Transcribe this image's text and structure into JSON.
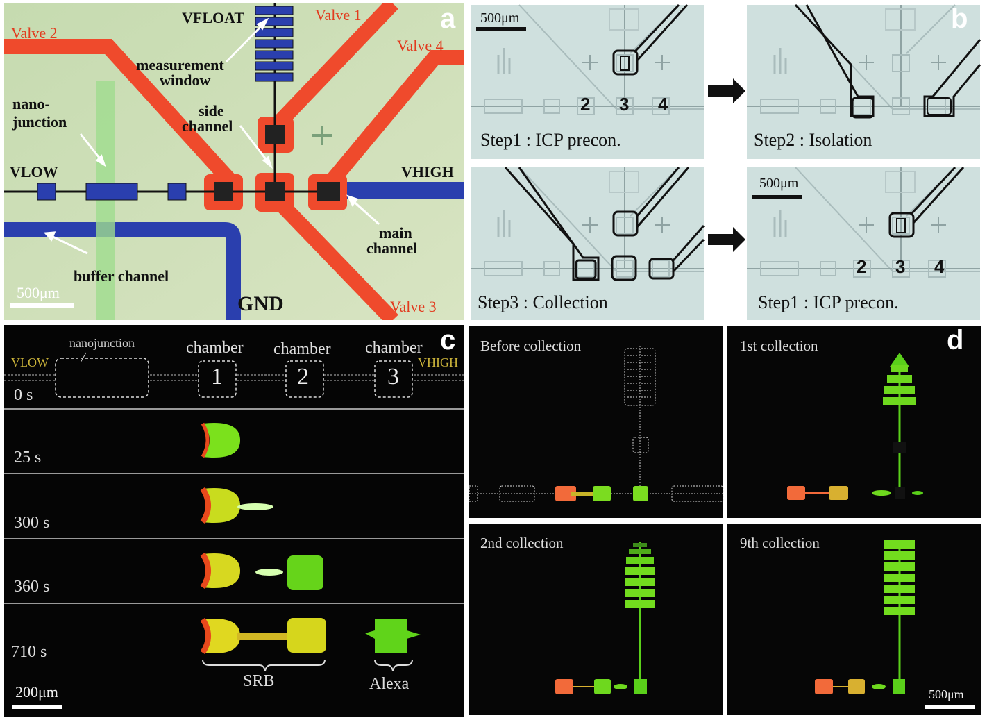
{
  "panel_a": {
    "letter": "a",
    "v_float": "VFLOAT",
    "valve1": "Valve 1",
    "valve2": "Valve 2",
    "valve3": "Valve 3",
    "valve4": "Valve 4",
    "measurement_window": [
      "measurement",
      "window"
    ],
    "nano_junction": [
      "nano-",
      "junction"
    ],
    "side_channel": [
      "side",
      "channel"
    ],
    "v_low": "VLOW",
    "v_high": "VHIGH",
    "main_channel": [
      "main",
      "channel"
    ],
    "buffer_channel": "buffer channel",
    "gnd": "GND",
    "scale": "500μm",
    "colors": {
      "valve": "#ef4a2c",
      "buffer": "#2a3fae",
      "background": "#c8dcb4"
    }
  },
  "panel_b": {
    "letter": "b",
    "scale_top": "500μm",
    "scale_bottom": "500μm",
    "chamber_numbers": [
      "2",
      "3",
      "4"
    ],
    "steps": [
      "Step1 : ICP precon.",
      "Step2 : Isolation",
      "Step3 : Collection",
      "Step1 : ICP precon."
    ]
  },
  "panel_c": {
    "letter": "c",
    "nanojunction": "nanojunction",
    "chambers": [
      "chamber",
      "chamber",
      "chamber"
    ],
    "chamber_numbers": [
      "1",
      "2",
      "3"
    ],
    "v_low": "VLOW",
    "v_high": "VHIGH",
    "times": [
      "0 s",
      "25 s",
      "300 s",
      "360 s",
      "710 s"
    ],
    "srb": "SRB",
    "alexa": "Alexa",
    "scale": "200μm"
  },
  "panel_d": {
    "letter": "d",
    "titles": [
      "Before collection",
      "1st collection",
      "2nd collection",
      "9th collection"
    ],
    "scale": "500μm"
  }
}
